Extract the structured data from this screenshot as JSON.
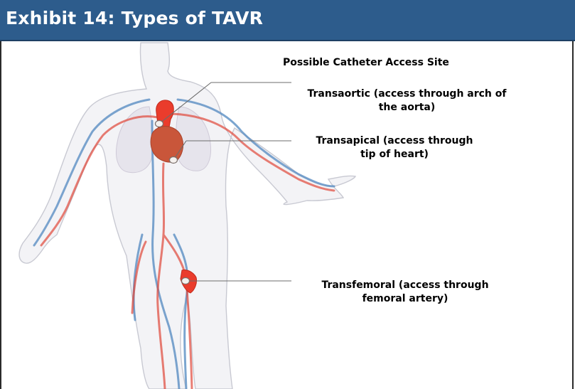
{
  "title": "Exhibit 14: Types of TAVR",
  "colors": {
    "header_bg": "#2d5c8c",
    "title_text": "#ffffff",
    "artery": "#e0473a",
    "vein": "#5b8fc4",
    "heart": "#c9563a",
    "lungs": "#e6e4ec"
  },
  "legend_title": "Possible Catheter Access Site",
  "access_sites": [
    {
      "line1": "Transaortic (access through arch of",
      "line2": "the aorta)"
    },
    {
      "line1": "Transapical (access through",
      "line2": "tip of heart)"
    },
    {
      "line1": "Transfemoral (access through",
      "line2": "femoral artery)"
    }
  ]
}
